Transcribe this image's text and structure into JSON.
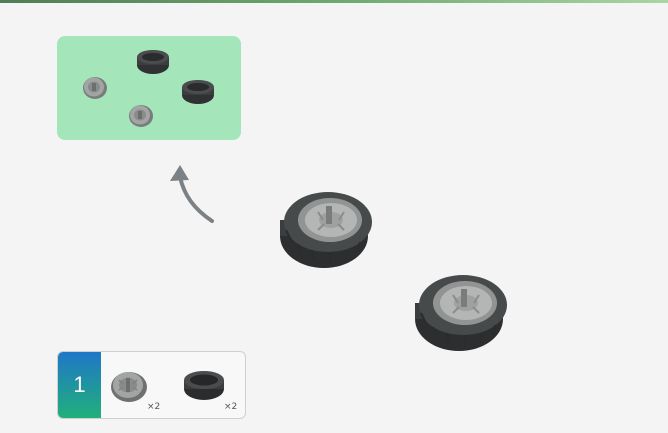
{
  "colors": {
    "panel_green": "#a4e5b9",
    "step_blue": "#1f77c7",
    "step_green": "#21b07a",
    "part_gray": "#8e9090",
    "tire_dark": "#3b3d3e",
    "arrow": "#7b8185"
  },
  "step": {
    "number": "1",
    "parts": [
      {
        "icon": "wheel-hub-icon",
        "quantity": "×2"
      },
      {
        "icon": "tire-icon",
        "quantity": "×2"
      }
    ]
  },
  "subassembly": {
    "parts": [
      "wheel-hub-icon",
      "tire-icon",
      "tire-icon",
      "wheel-hub-icon"
    ]
  }
}
